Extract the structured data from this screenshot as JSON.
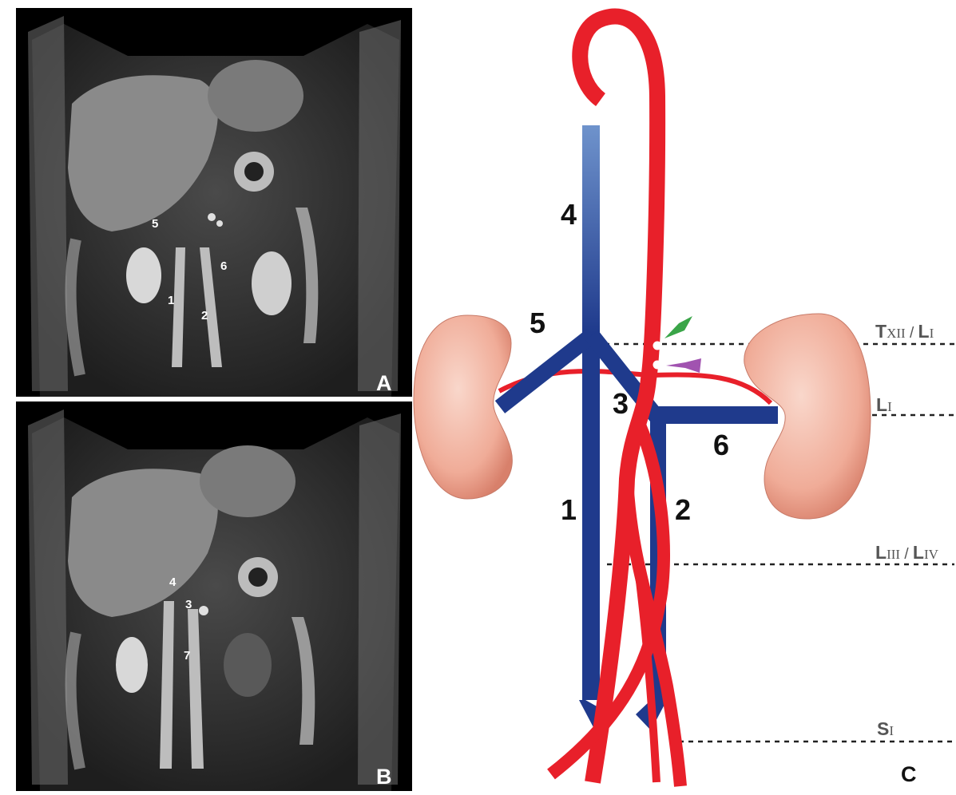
{
  "panels": {
    "a": {
      "letter": "A",
      "labels": [
        "5",
        "6",
        "1",
        "2"
      ]
    },
    "b": {
      "letter": "B",
      "labels": [
        "4",
        "3",
        "7"
      ]
    },
    "c": {
      "letter": "C"
    }
  },
  "diagram": {
    "vessel_numbers": [
      "4",
      "5",
      "3",
      "6",
      "1",
      "2"
    ],
    "levels": [
      {
        "main": "T",
        "sub": "XII",
        "sep": " / ",
        "main2": "L",
        "sub2": "I"
      },
      {
        "main": "L",
        "sub": "I",
        "sep": "",
        "main2": "",
        "sub2": ""
      },
      {
        "main": "L",
        "sub": "III",
        "sep": " / ",
        "main2": "L",
        "sub2": "IV"
      },
      {
        "main": "S",
        "sub": "I",
        "sep": "",
        "main2": "",
        "sub2": ""
      }
    ]
  },
  "colors": {
    "vein_blue": "#1f3a8c",
    "artery_red": "#e8202a",
    "kidney_pink": "#f2b5a4",
    "green_arrow": "#3aa548",
    "purple_arrow": "#a153b0"
  }
}
